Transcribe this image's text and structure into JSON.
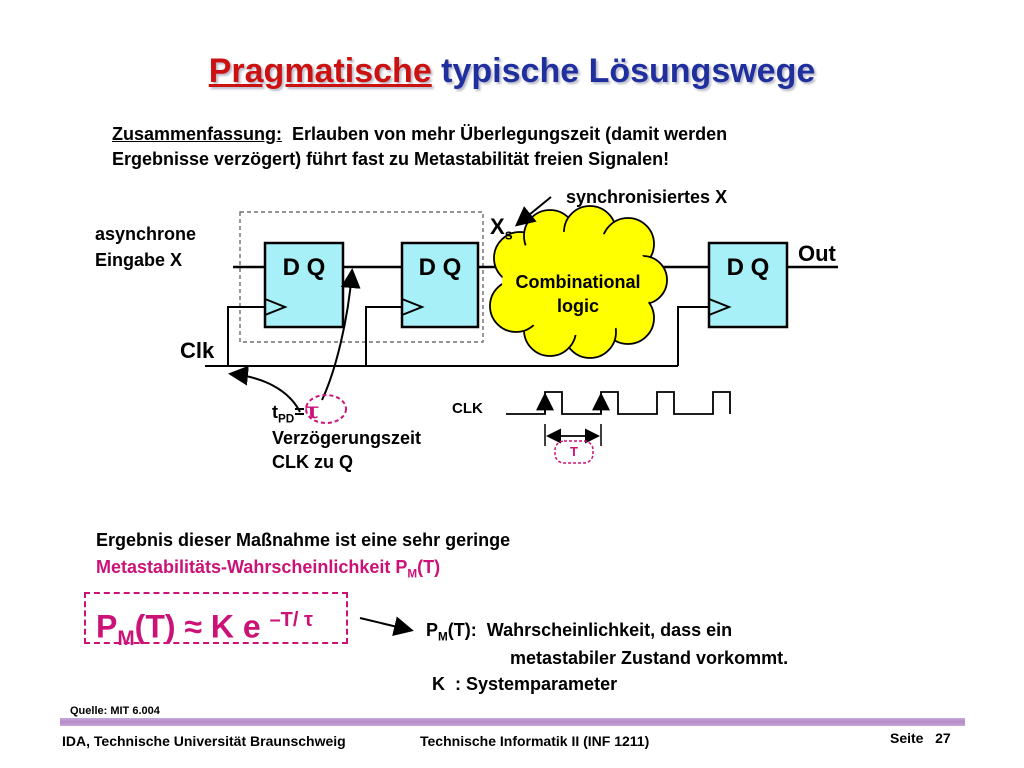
{
  "title": {
    "part1": "Pragmatische",
    "part2": " typische Lösungswege"
  },
  "summary": {
    "lead": "Zusammenfassung:",
    "text1": "  Erlauben von mehr Überlegungszeit (damit werden",
    "text2": "Ergebnisse verzögert) führt fast zu Metastabilität freien Signalen!"
  },
  "diagram": {
    "sync_label": "synchronisiertes X",
    "xs_main": "X",
    "xs_sub": "s",
    "async_line1": "asynchrone",
    "async_line2": "Eingabe X",
    "ff_label": "D Q",
    "comb_line1": "Combinational",
    "comb_line2": "logic",
    "out_label": "Out",
    "clk_label": "Clk",
    "tpd_t": "t",
    "tpd_sub": "PD",
    "tpd_eq": "=",
    "tau": "τ",
    "delay_line1": "Verzögerungszeit",
    "delay_line2": "CLK zu Q",
    "clk_wave_label": "CLK",
    "period_label": "T"
  },
  "result": {
    "line1": "Ergebnis dieser Maßnahme ist eine sehr geringe",
    "line2_a": "Metastabilitäts-Wahrscheinlichkeit P",
    "line2_sub": "M",
    "line2_b": "(T)"
  },
  "formula": {
    "p": "P",
    "sub": "M",
    "rest": "(T) ≈ K e ",
    "exp": "–T/ τ"
  },
  "definition": {
    "p": "P",
    "sub": "M",
    "line1_rest": "(T):  Wahrscheinlichkeit, dass ein",
    "line2": "metastabiler Zustand vorkommt.",
    "line3": "K  : Systemparameter"
  },
  "source": "Quelle: MIT 6.004",
  "footer": {
    "left": "IDA, Technische Universität Braunschweig",
    "center": "Technische Informatik II (INF 1211)",
    "page_label": "Seite",
    "page_number": "27"
  },
  "colors": {
    "title_blue": "#1f2f9e",
    "title_red": "#cc1111",
    "magenta": "#cc1177",
    "ff_fill": "#a8f0f8",
    "cloud_fill": "#ffff00"
  }
}
